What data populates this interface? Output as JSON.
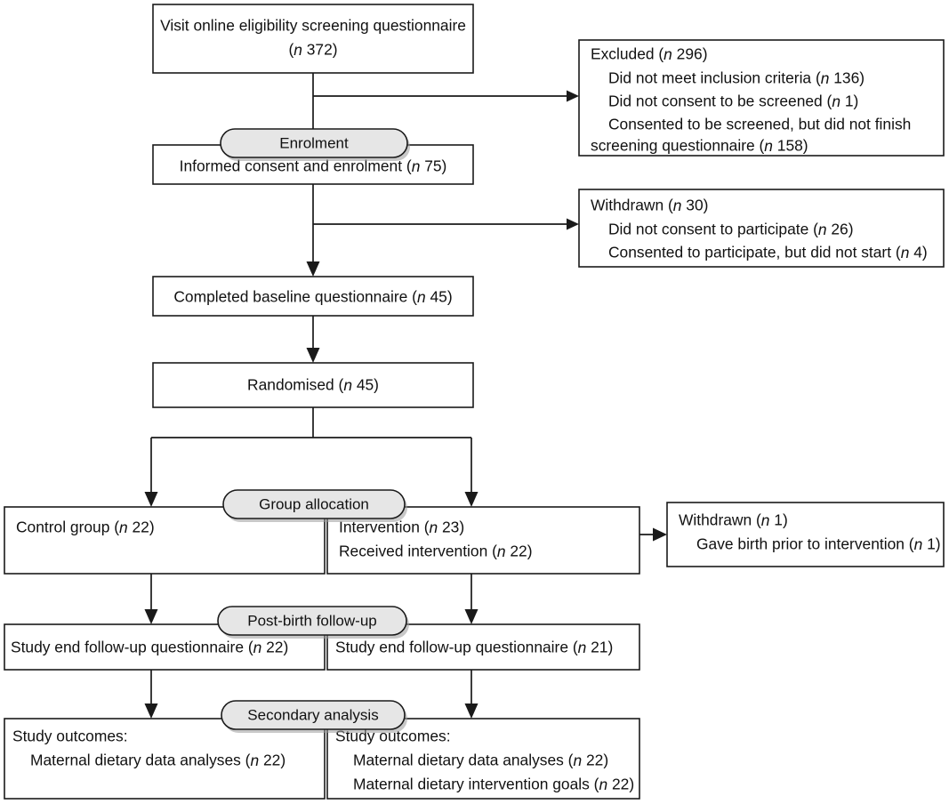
{
  "diagram": {
    "title": "CONSORT participant flow diagram",
    "colors": {
      "box_fill": "#ffffff",
      "box_stroke": "#1a1a1a",
      "pill_fill": "#e6e6e6",
      "pill_stroke": "#1a1a1a",
      "connector": "#1a1a1a",
      "text": "#111111"
    }
  },
  "stages": {
    "enrolment": "Enrolment",
    "group_allocation": "Group allocation",
    "post_birth_follow_up": "Post-birth follow-up",
    "secondary_analysis": "Secondary analysis"
  },
  "boxes": {
    "screening": {
      "lines": [
        {
          "text": "Visit online eligibility screening questionnaire",
          "indent": 0,
          "align": "center"
        },
        {
          "text": "(n 372)",
          "indent": 0,
          "align": "center",
          "italic_n": true
        }
      ]
    },
    "excluded": {
      "lines": [
        {
          "text": "Excluded (n 296)",
          "indent": 0,
          "align": "left",
          "italic_n": true
        },
        {
          "text": "Did not meet inclusion criteria (n 136)",
          "indent": 1,
          "align": "left",
          "italic_n": true
        },
        {
          "text": "Did not consent to be screened (n 1)",
          "indent": 1,
          "align": "left",
          "italic_n": true
        },
        {
          "text": "Consented to be screened, but did not finish",
          "indent": 1,
          "align": "left"
        },
        {
          "text": "screening questionnaire (n 158)",
          "indent": 1,
          "align": "left",
          "italic_n": true
        }
      ]
    },
    "consent": {
      "lines": [
        {
          "text": "Informed consent and enrolment (n 75)",
          "indent": 0,
          "align": "center",
          "italic_n": true
        }
      ]
    },
    "withdrawn_enrolment": {
      "lines": [
        {
          "text": "Withdrawn (n 30)",
          "indent": 0,
          "align": "left",
          "italic_n": true
        },
        {
          "text": "Did not consent to participate (n 26)",
          "indent": 1,
          "align": "left",
          "italic_n": true
        },
        {
          "text": "Consented to participate, but did not start (n 4)",
          "indent": 1,
          "align": "left",
          "italic_n": true
        }
      ]
    },
    "baseline": {
      "lines": [
        {
          "text": "Completed baseline questionnaire (n 45)",
          "indent": 0,
          "align": "center",
          "italic_n": true
        }
      ]
    },
    "randomised": {
      "lines": [
        {
          "text": "Randomised (n 45)",
          "indent": 0,
          "align": "center",
          "italic_n": true
        }
      ]
    },
    "control_group": {
      "lines": [
        {
          "text": "Control group (n 22)",
          "indent": 0,
          "align": "left",
          "italic_n": true
        }
      ]
    },
    "intervention_group": {
      "lines": [
        {
          "text": "Intervention (n 23)",
          "indent": 0,
          "align": "left",
          "italic_n": true
        },
        {
          "text": "Received intervention (n 22)",
          "indent": 0,
          "align": "left",
          "italic_n": true
        }
      ]
    },
    "withdrawn_intervention": {
      "lines": [
        {
          "text": "Withdrawn (n 1)",
          "indent": 0,
          "align": "left",
          "italic_n": true
        },
        {
          "text": "Gave birth prior to intervention (n 1)",
          "indent": 1,
          "align": "left",
          "italic_n": true
        }
      ]
    },
    "followup_control": {
      "lines": [
        {
          "text": "Study end follow-up questionnaire (n 22)",
          "indent": 0,
          "align": "left",
          "italic_n": true
        }
      ]
    },
    "followup_intervention": {
      "lines": [
        {
          "text": "Study end follow-up questionnaire (n 21)",
          "indent": 0,
          "align": "left",
          "italic_n": true
        }
      ]
    },
    "outcomes_control": {
      "lines": [
        {
          "text": "Study outcomes:",
          "indent": 0,
          "align": "left"
        },
        {
          "text": "Maternal dietary data analyses (n 22)",
          "indent": 1,
          "align": "left",
          "italic_n": true
        }
      ]
    },
    "outcomes_intervention": {
      "lines": [
        {
          "text": "Study outcomes:",
          "indent": 0,
          "align": "left"
        },
        {
          "text": "Maternal dietary data analyses (n 22)",
          "indent": 1,
          "align": "left",
          "italic_n": true
        },
        {
          "text": "Maternal dietary intervention goals (n 22)",
          "indent": 1,
          "align": "left",
          "italic_n": true
        }
      ]
    }
  },
  "counts": {
    "screened": 372,
    "excluded_total": 296,
    "excluded_no_inclusion": 136,
    "excluded_no_consent_screen": 1,
    "excluded_unfinished": 158,
    "enrolled": 75,
    "withdrawn_enrolment_total": 30,
    "withdrawn_no_consent": 26,
    "withdrawn_not_started": 4,
    "baseline_completed": 45,
    "randomised": 45,
    "control": 22,
    "intervention": 23,
    "received_intervention": 22,
    "withdrawn_intervention": 1,
    "followup_control": 22,
    "followup_intervention": 21,
    "outcomes_control_diet": 22,
    "outcomes_intervention_diet": 22,
    "outcomes_intervention_goals": 22
  }
}
